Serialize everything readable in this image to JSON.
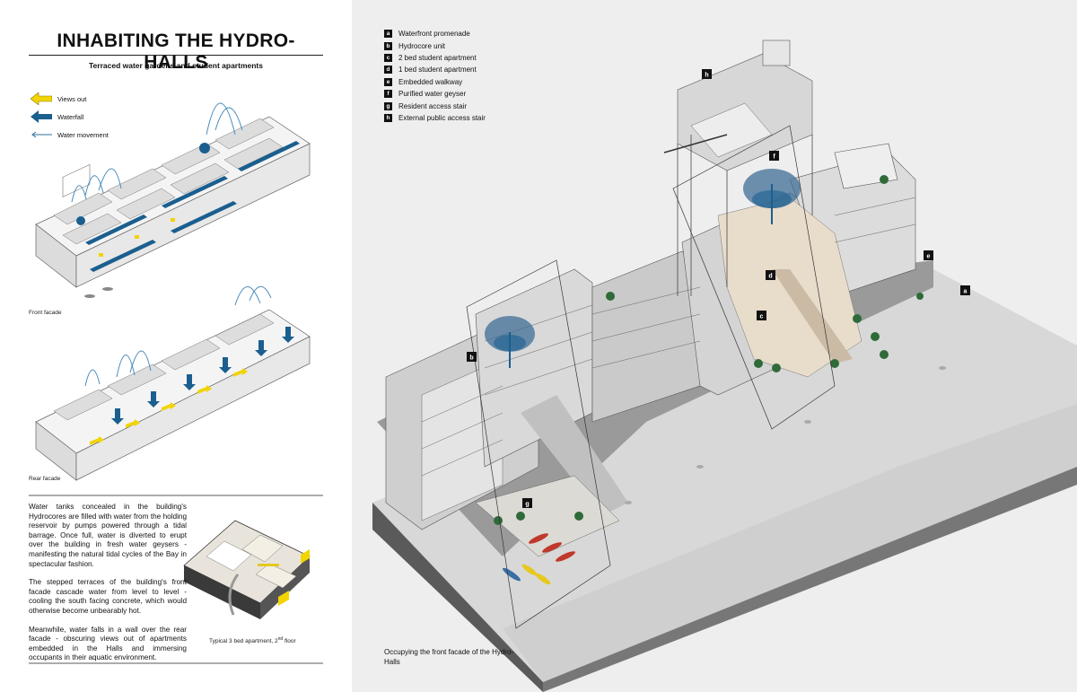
{
  "title": "INHABITING THE HYDRO-HALLS",
  "subtitle": "Terraced water gardens and student apartments",
  "left_legend": [
    {
      "label": "Views out",
      "color": "#f2d400",
      "icon": "yellow-arrow-icon"
    },
    {
      "label": "Waterfall",
      "color": "#1a5f8f",
      "icon": "blue-arrow-icon"
    },
    {
      "label": "Water movement",
      "color": "#2d6f9a",
      "icon": "thin-arrow-icon"
    }
  ],
  "front_facade_caption": "Front facade",
  "rear_facade_caption": "Rear facade",
  "body_paragraphs": [
    "Water tanks concealed in the building's Hydrocores are filled with water from the holding reservoir by pumps powered through a tidal barrage. Once full, water is diverted to erupt over the building in fresh water geysers - manifesting the natural tidal cycles of the Bay in spectacular fashion.",
    "The stepped terraces of the building's front facade cascade water from level to level - cooling the south facing concrete, which would otherwise become unbearably hot.",
    "Meanwhile, water falls in a wall over the rear facade - obscuring views out of apartments embedded in the Halls and immersing occupants in their aquatic environment."
  ],
  "apartment_caption": {
    "text": "Typical 3 bed apartment, 2",
    "sup": "nd",
    "suffix": " floor"
  },
  "right_legend": [
    {
      "key": "a",
      "label": "Waterfront promenade"
    },
    {
      "key": "b",
      "label": "Hydrocore unit"
    },
    {
      "key": "c",
      "label": "2 bed student apartment"
    },
    {
      "key": "d",
      "label": "1 bed student apartment"
    },
    {
      "key": "e",
      "label": "Embedded walkway"
    },
    {
      "key": "f",
      "label": "Purified water geyser"
    },
    {
      "key": "g",
      "label": "Resident access stair"
    },
    {
      "key": "h",
      "label": "External public access stair"
    }
  ],
  "right_caption": "Occupying the front facade of the Hydro-Halls",
  "markers": [
    "a",
    "b",
    "c",
    "d",
    "e",
    "f",
    "g",
    "h"
  ],
  "colors": {
    "water_blue": "#1a5f8f",
    "views_yellow": "#f2d400",
    "background_grey": "#eeeeee",
    "boat_red": "#c0392b",
    "boat_yellow": "#e6c81e",
    "boat_blue": "#3a6ea5"
  }
}
